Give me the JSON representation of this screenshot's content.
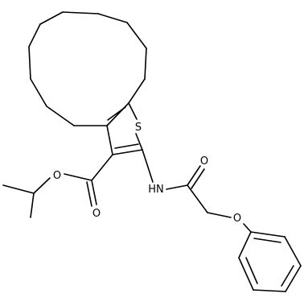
{
  "diagram": {
    "type": "skeletal-structure",
    "atom_labels": {
      "sulfur": "S",
      "ester_carbonyl_oxygen": "O",
      "ester_ether_oxygen": "O",
      "amide_nitrogen": "HN",
      "amide_carbonyl_oxygen": "O",
      "phenoxy_oxygen": "O"
    },
    "colors": {
      "bonds": "#000000",
      "labels": "#000000",
      "background": "#ffffff"
    }
  }
}
